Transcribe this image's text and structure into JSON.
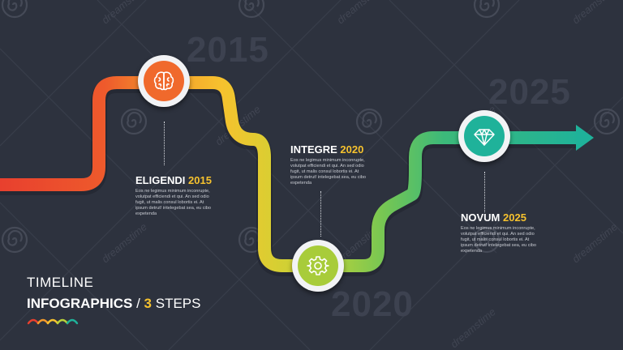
{
  "background_color": "#2d323e",
  "colors": {
    "red": "#e8402e",
    "orange": "#f39a2b",
    "yellow": "#f6c22e",
    "yellow_green": "#b9d23a",
    "green": "#4dbb6a",
    "teal": "#1fb29a",
    "year_accent": "#f6c22e"
  },
  "background_years": [
    "2015",
    "2020",
    "2025"
  ],
  "steps": [
    {
      "title_word": "ELIGENDI",
      "title_year": "2015",
      "body": "Eos ne legimus minimum inconrupte, volutpat efficiendi et qui. An sed odio fugit, ut malis consul lobortis ei. At ipsum detrut! intelegebat sea, eu cibo expetenda",
      "icon": "brain-icon"
    },
    {
      "title_word": "INTEGRE",
      "title_year": "2020",
      "body": "Eos ne legimus minimum inconrupte, volutpat efficiendi et qui. An sed odio fugit, ut malis consul lobortis ei. At ipsum detrut! intelegebat sea, eu cibo expetenda",
      "icon": "gear-icon"
    },
    {
      "title_word": "NOVUM",
      "title_year": "2025",
      "body": "Eos ne legimus minimum inconrupte, volutpat efficiendi et qui. An sed odio fugit, ut malis consul lobortis ei. At ipsum detrut! intelegebat sea, eu cibo expetenda",
      "icon": "diamond-icon"
    }
  ],
  "footer": {
    "line1": "TIMELINE",
    "line2_bold": "INFOGRAPHICS",
    "line2_sep": "/",
    "line2_count": "3",
    "line2_word": "STEPS"
  },
  "watermark": {
    "text": "dreamstime",
    "icon": "spiral-logo-icon"
  }
}
